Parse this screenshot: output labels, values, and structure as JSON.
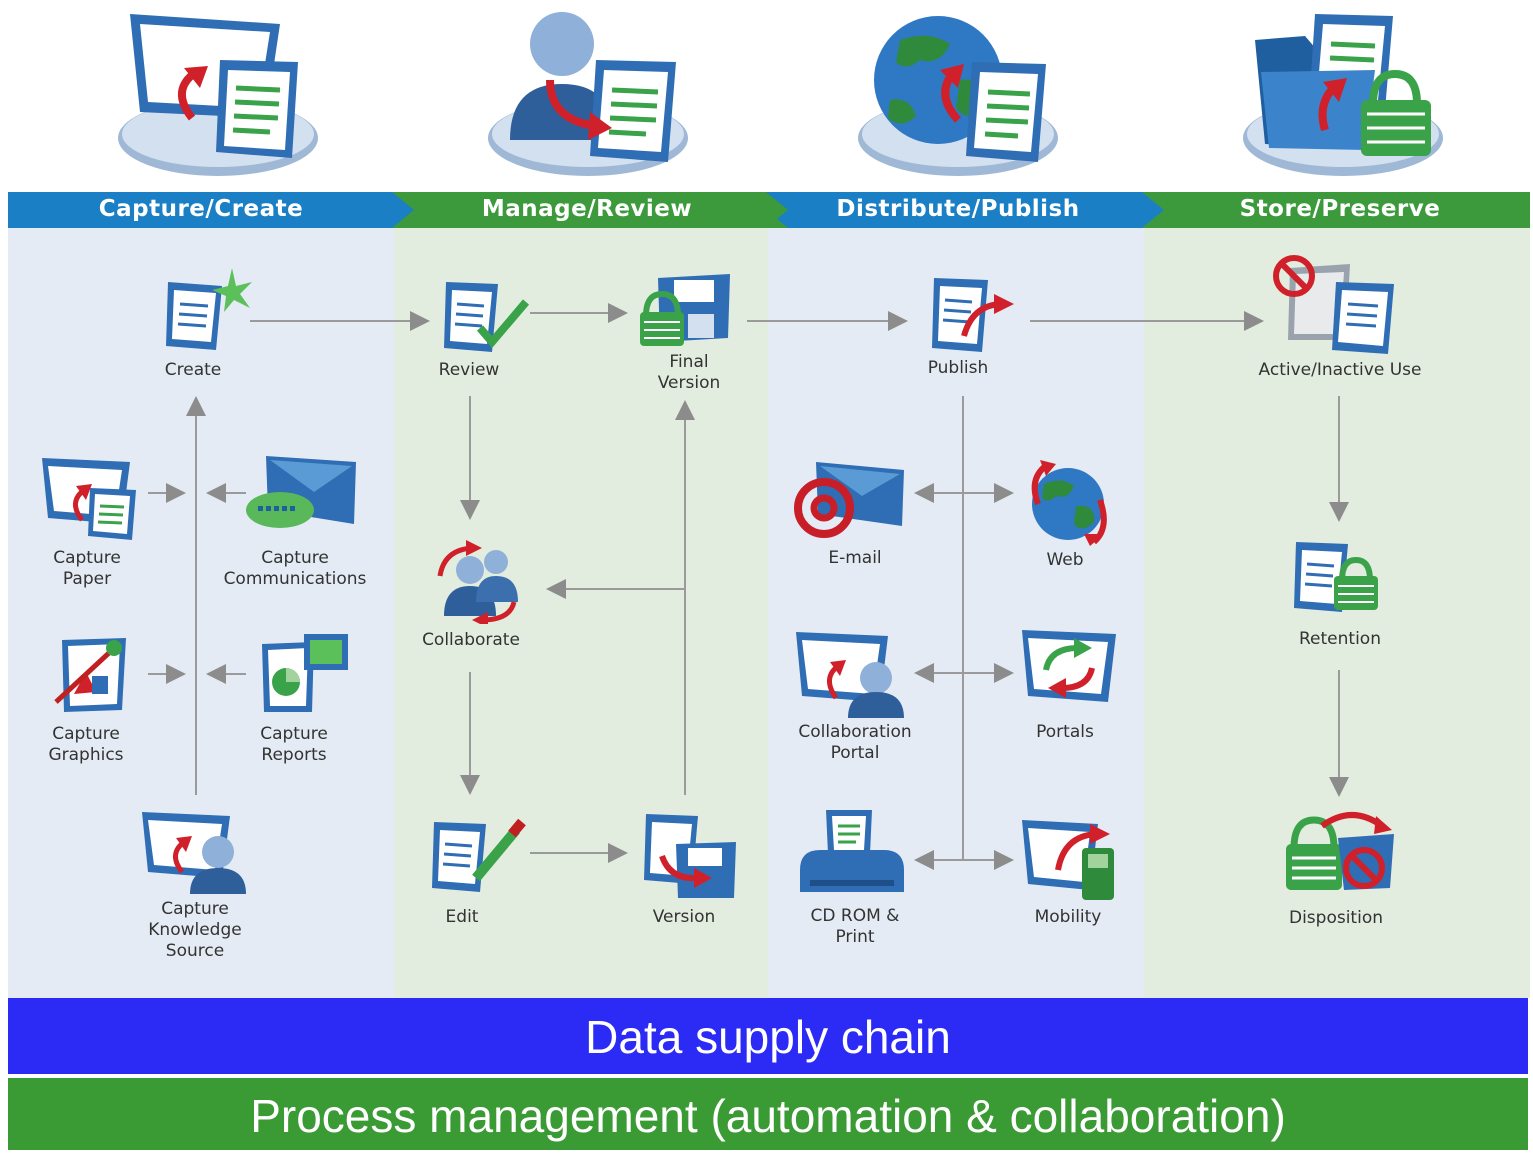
{
  "stages": [
    {
      "label": "Capture/Create",
      "icon": "monitor-document-icon"
    },
    {
      "label": "Manage/Review",
      "icon": "person-document-icon"
    },
    {
      "label": "Distribute/Publish",
      "icon": "globe-document-icon"
    },
    {
      "label": "Store/Preserve",
      "icon": "folder-lock-icon"
    }
  ],
  "nodes": {
    "create": "Create",
    "capture_paper": "Capture\nPaper",
    "capture_communications": "Capture\nCommunications",
    "capture_graphics": "Capture\nGraphics",
    "capture_reports": "Capture\nReports",
    "capture_knowledge_source": "Capture\nKnowledge\nSource",
    "review": "Review",
    "final_version": "Final\nVersion",
    "collaborate": "Collaborate",
    "edit": "Edit",
    "version": "Version",
    "publish": "Publish",
    "email": "E-mail",
    "web": "Web",
    "collaboration_portal": "Collaboration\nPortal",
    "portals": "Portals",
    "cd_rom_print": "CD ROM &\nPrint",
    "mobility": "Mobility",
    "active_inactive_use": "Active/Inactive Use",
    "retention": "Retention",
    "disposition": "Disposition"
  },
  "bars": {
    "data_supply_chain": "Data supply chain",
    "process_management": "Process management (automation & collaboration)"
  },
  "colors": {
    "blue_banner": "#1a7fc4",
    "green_banner": "#3c9a3c",
    "blue_band": "#e4ebf4",
    "green_band": "#e2ecdf",
    "data_bar": "#2b2bf5",
    "process_bar": "#3a9a34"
  }
}
